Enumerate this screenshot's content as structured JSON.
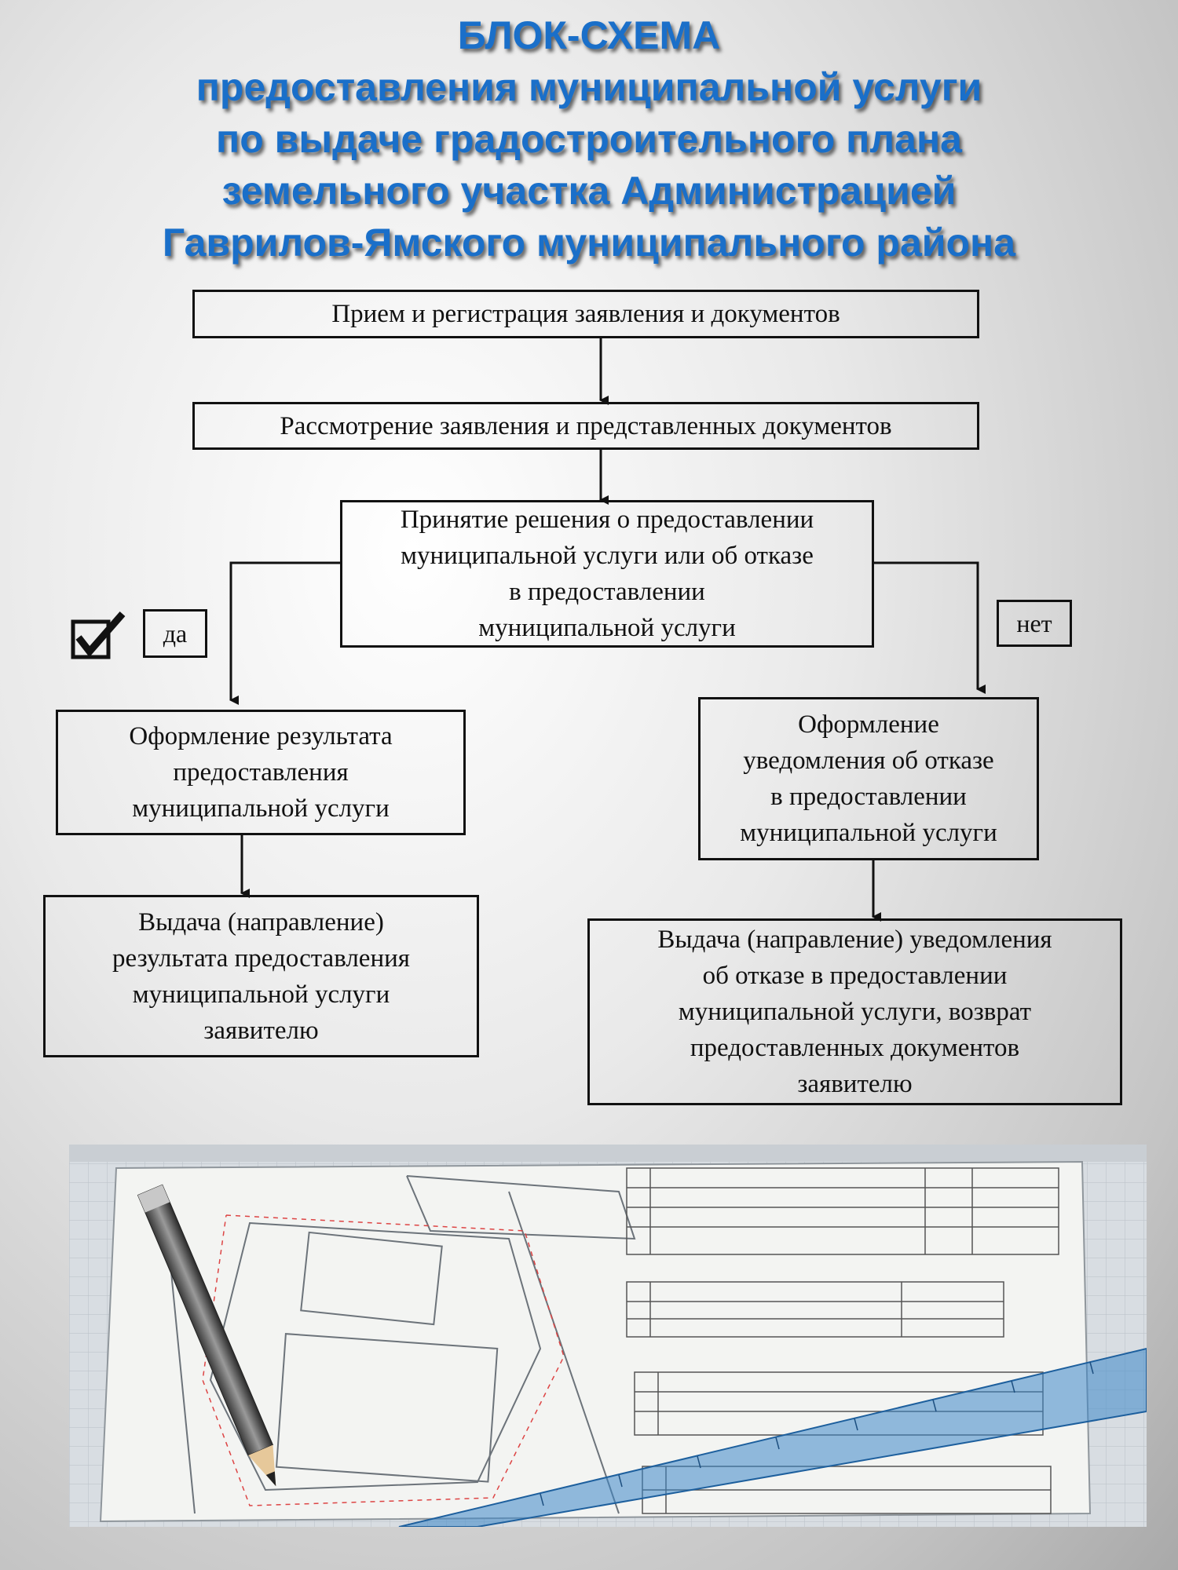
{
  "title": {
    "line1": "БЛОК-СХЕМА",
    "line2": "предоставления муниципальной услуги",
    "line3": "по выдаче градостроительного плана",
    "line4": "земельного участка Администрацией",
    "line5": "Гаврилов-Ямского муниципального района"
  },
  "steps": {
    "s1": "Прием и регистрация заявления и документов",
    "s2": "Рассмотрение заявления и представленных документов",
    "s3": [
      "Принятие решения о предоставлении",
      "муниципальной услуги или об отказе",
      "в предоставлении",
      "муниципальной услуги"
    ],
    "yes_1": [
      "Оформление результата",
      "предоставления",
      "муниципальной услуги"
    ],
    "yes_2": [
      "Выдача (направление)",
      "результата предоставления",
      "муниципальной услуги",
      "заявителю"
    ],
    "no_1": [
      "Оформление",
      "уведомления об отказе",
      "в предоставлении",
      "муниципальной услуги"
    ],
    "no_2": [
      "Выдача (направление)  уведомления",
      "об отказе в предоставлении",
      "муниципальной услуги, возврат",
      "предоставленных документов",
      "заявителю"
    ]
  },
  "branches": {
    "yes": "да",
    "no": "нет"
  },
  "icons": {
    "check": "checkbox-checked-icon"
  },
  "colors": {
    "title": "#1a6fc9",
    "ruler": "#3d86c9"
  }
}
